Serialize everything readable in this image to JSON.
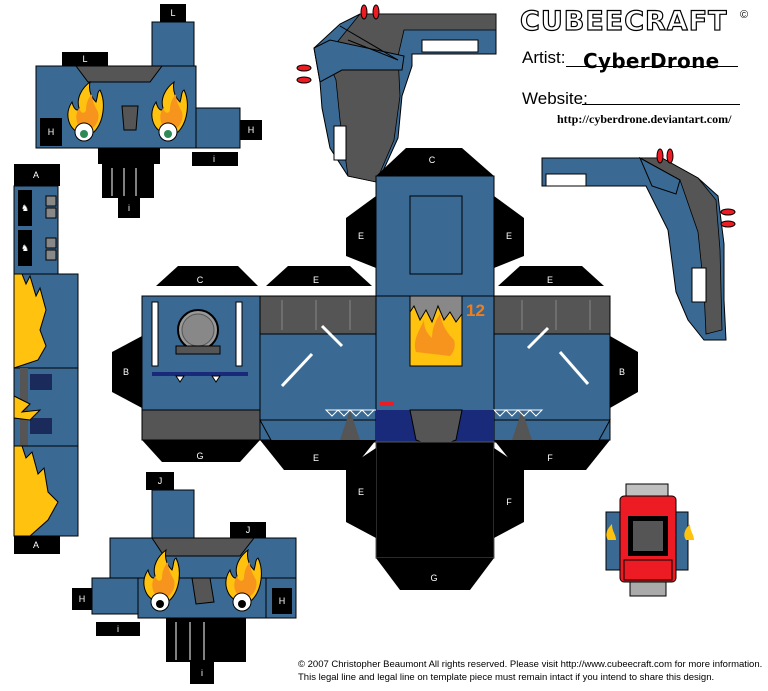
{
  "header": {
    "brand": "CUBEECRAFT",
    "brand_mark": "©",
    "artist_label": "Artist:",
    "artist_name": "CyberDrone",
    "website_label": "Website:",
    "website_url": "http://cyberdrone.deviantart.com/"
  },
  "footer": {
    "line1": "© 2007 Christopher Beaumont All rights reserved. Please visit http://www.cubeecraft.com for more information.",
    "line2": "This legal line and legal line on template piece must remain intact if you intend to share this design."
  },
  "tabs": {
    "A": "A",
    "B": "B",
    "C": "C",
    "E": "E",
    "F": "F",
    "G": "G",
    "H": "H",
    "i": "i",
    "J": "J",
    "L": "L"
  },
  "head_number": "12",
  "colors": {
    "body_blue": "#3a6a93",
    "dark_gray": "#555555",
    "black": "#000000",
    "flame_yellow": "#ffc20e",
    "flame_orange": "#f7941d",
    "accent_red": "#ed1c24",
    "number_orange": "#f07d1e"
  }
}
